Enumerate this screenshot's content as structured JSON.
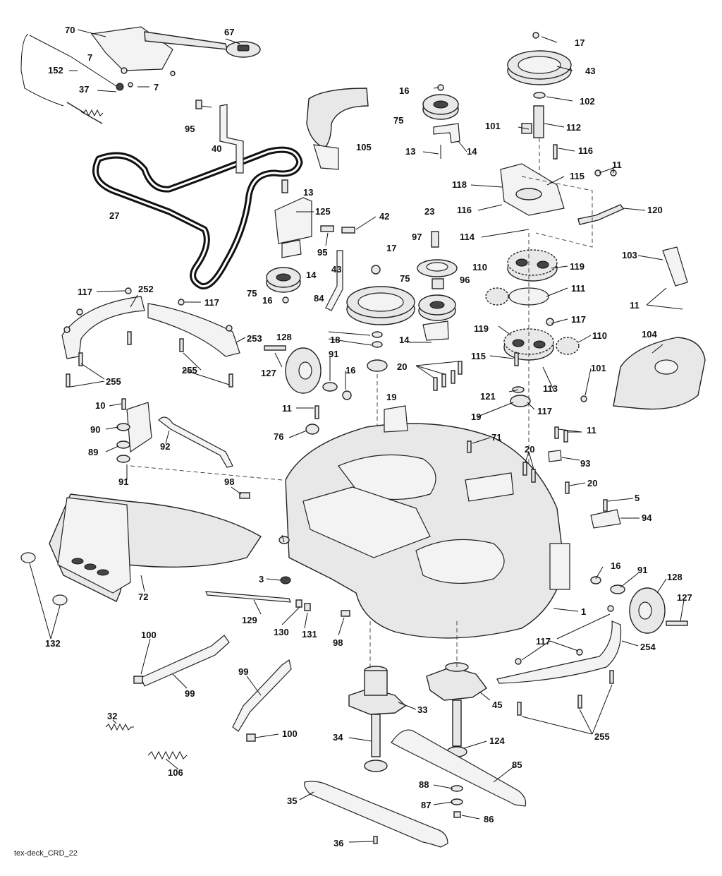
{
  "diagram": {
    "footer_text": "tex-deck_CRD_22",
    "callouts": [
      {
        "id": "c70",
        "label": "70"
      },
      {
        "id": "c67",
        "label": "67"
      },
      {
        "id": "c7a",
        "label": "7"
      },
      {
        "id": "c7b",
        "label": "7"
      },
      {
        "id": "c152",
        "label": "152"
      },
      {
        "id": "c37",
        "label": "37"
      },
      {
        "id": "c95a",
        "label": "95"
      },
      {
        "id": "c40",
        "label": "40"
      },
      {
        "id": "c27",
        "label": "27"
      },
      {
        "id": "c105",
        "label": "105"
      },
      {
        "id": "c16a",
        "label": "16"
      },
      {
        "id": "c75a",
        "label": "75"
      },
      {
        "id": "c13a",
        "label": "13"
      },
      {
        "id": "c14a",
        "label": "14"
      },
      {
        "id": "c17a",
        "label": "17"
      },
      {
        "id": "c43a",
        "label": "43"
      },
      {
        "id": "c102",
        "label": "102"
      },
      {
        "id": "c101a",
        "label": "101"
      },
      {
        "id": "c112",
        "label": "112"
      },
      {
        "id": "c116a",
        "label": "116"
      },
      {
        "id": "c115a",
        "label": "115"
      },
      {
        "id": "c11a",
        "label": "11"
      },
      {
        "id": "c118",
        "label": "118"
      },
      {
        "id": "c116b",
        "label": "116"
      },
      {
        "id": "c120",
        "label": "120"
      },
      {
        "id": "c13b",
        "label": "13"
      },
      {
        "id": "c125",
        "label": "125"
      },
      {
        "id": "c42",
        "label": "42"
      },
      {
        "id": "c95b",
        "label": "95"
      },
      {
        "id": "c14b",
        "label": "14"
      },
      {
        "id": "c75b",
        "label": "75"
      },
      {
        "id": "c16b",
        "label": "16"
      },
      {
        "id": "c23",
        "label": "23"
      },
      {
        "id": "c97",
        "label": "97"
      },
      {
        "id": "c114",
        "label": "114"
      },
      {
        "id": "c103",
        "label": "103"
      },
      {
        "id": "c17b",
        "label": "17"
      },
      {
        "id": "c43b",
        "label": "43"
      },
      {
        "id": "c75c",
        "label": "75"
      },
      {
        "id": "c96",
        "label": "96"
      },
      {
        "id": "c110a",
        "label": "110"
      },
      {
        "id": "c119a",
        "label": "119"
      },
      {
        "id": "c111",
        "label": "111"
      },
      {
        "id": "c11b",
        "label": "11"
      },
      {
        "id": "c117a",
        "label": "117"
      },
      {
        "id": "c252",
        "label": "252"
      },
      {
        "id": "c117b",
        "label": "117"
      },
      {
        "id": "c84",
        "label": "84"
      },
      {
        "id": "c18",
        "label": "18"
      },
      {
        "id": "c14c",
        "label": "14"
      },
      {
        "id": "c117c",
        "label": "117"
      },
      {
        "id": "c119b",
        "label": "119"
      },
      {
        "id": "c110b",
        "label": "110"
      },
      {
        "id": "c104",
        "label": "104"
      },
      {
        "id": "c253",
        "label": "253"
      },
      {
        "id": "c128a",
        "label": "128"
      },
      {
        "id": "c127a",
        "label": "127"
      },
      {
        "id": "c91a",
        "label": "91"
      },
      {
        "id": "c16c",
        "label": "16"
      },
      {
        "id": "c255a",
        "label": "255"
      },
      {
        "id": "c255b",
        "label": "255"
      },
      {
        "id": "c19a",
        "label": "19"
      },
      {
        "id": "c20a",
        "label": "20"
      },
      {
        "id": "c115b",
        "label": "115"
      },
      {
        "id": "c113",
        "label": "113"
      },
      {
        "id": "c101b",
        "label": "101"
      },
      {
        "id": "c121",
        "label": "121"
      },
      {
        "id": "c19b",
        "label": "19"
      },
      {
        "id": "c117d",
        "label": "117"
      },
      {
        "id": "c10",
        "label": "10"
      },
      {
        "id": "c11c",
        "label": "11"
      },
      {
        "id": "c90",
        "label": "90"
      },
      {
        "id": "c76",
        "label": "76"
      },
      {
        "id": "c92",
        "label": "92"
      },
      {
        "id": "c89",
        "label": "89"
      },
      {
        "id": "c71",
        "label": "71"
      },
      {
        "id": "c11d",
        "label": "11"
      },
      {
        "id": "c20b",
        "label": "20"
      },
      {
        "id": "c93",
        "label": "93"
      },
      {
        "id": "c91b",
        "label": "91"
      },
      {
        "id": "c98a",
        "label": "98"
      },
      {
        "id": "c20c",
        "label": "20"
      },
      {
        "id": "c5",
        "label": "5"
      },
      {
        "id": "c94",
        "label": "94"
      },
      {
        "id": "c3",
        "label": "3"
      },
      {
        "id": "c16d",
        "label": "16"
      },
      {
        "id": "c91c",
        "label": "91"
      },
      {
        "id": "c128b",
        "label": "128"
      },
      {
        "id": "c72",
        "label": "72"
      },
      {
        "id": "c1",
        "label": "1"
      },
      {
        "id": "c127b",
        "label": "127"
      },
      {
        "id": "c129",
        "label": "129"
      },
      {
        "id": "c130",
        "label": "130"
      },
      {
        "id": "c131",
        "label": "131"
      },
      {
        "id": "c98b",
        "label": "98"
      },
      {
        "id": "c132",
        "label": "132"
      },
      {
        "id": "c117e",
        "label": "117"
      },
      {
        "id": "c254",
        "label": "254"
      },
      {
        "id": "c100a",
        "label": "100"
      },
      {
        "id": "c99a",
        "label": "99"
      },
      {
        "id": "c99b",
        "label": "99"
      },
      {
        "id": "c32",
        "label": "32"
      },
      {
        "id": "c33",
        "label": "33"
      },
      {
        "id": "c45",
        "label": "45"
      },
      {
        "id": "c255c",
        "label": "255"
      },
      {
        "id": "c100b",
        "label": "100"
      },
      {
        "id": "c106",
        "label": "106"
      },
      {
        "id": "c34",
        "label": "34"
      },
      {
        "id": "c124",
        "label": "124"
      },
      {
        "id": "c85",
        "label": "85"
      },
      {
        "id": "c88",
        "label": "88"
      },
      {
        "id": "c35",
        "label": "35"
      },
      {
        "id": "c87",
        "label": "87"
      },
      {
        "id": "c86",
        "label": "86"
      },
      {
        "id": "c36",
        "label": "36"
      }
    ]
  }
}
